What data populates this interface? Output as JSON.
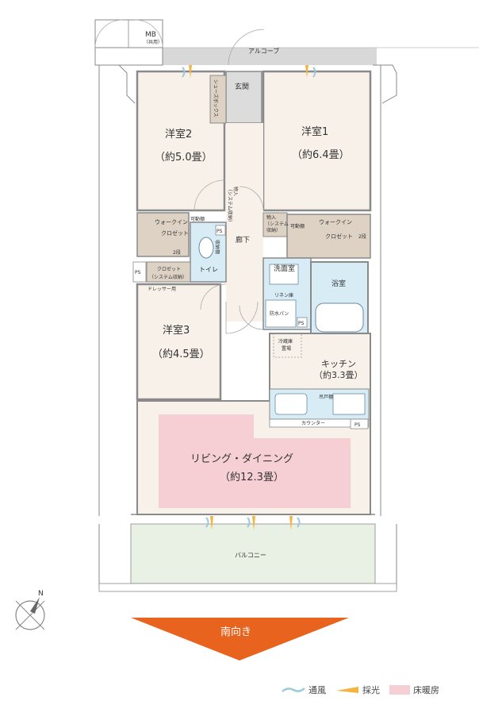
{
  "rooms": {
    "western2": {
      "name": "洋室2",
      "size": "（約5.0畳）"
    },
    "western1": {
      "name": "洋室1",
      "size": "（約6.4畳）"
    },
    "western3": {
      "name": "洋室3",
      "size": "（約4.5畳）"
    },
    "kitchen": {
      "name": "キッチン",
      "size": "（約3.3畳）"
    },
    "living": {
      "name": "リビング・ダイニング",
      "size": "（約12.3畳）"
    }
  },
  "labels": {
    "mb": "MB",
    "mb_sub": "（共用）",
    "alcove": "アルコーブ",
    "entrance": "玄関",
    "shoe_box": "シューズボックス",
    "corridor": "廊下",
    "toilet": "トイレ",
    "washroom": "洗面室",
    "bathroom": "浴室",
    "balcony": "バルコニー",
    "walkin_left_1": "ウォークイン",
    "walkin_left_2": "クロゼット",
    "walkin_right_1": "ウォークイン",
    "walkin_right_2": "クロゼット",
    "adjustable_shelf": "可動棚",
    "adjustable_shelf2": "可動棚",
    "two_tier": "2段",
    "two_tier_r": "2段",
    "closet_sys_1": "クロゼット",
    "closet_sys_2": "（システム収納）",
    "dresser": "ドレッサー用",
    "storage_mono": "物入",
    "storage_sys": "（システム収納）",
    "storage_right_1": "物入",
    "storage_right_2": "（システム",
    "storage_right_3": "収納）",
    "storage_shelf": "収納棚",
    "linen": "リネン庫",
    "waterproof_pan": "防水パン",
    "fridge_1": "冷蔵庫",
    "fridge_2": "置場",
    "counter": "カウンター",
    "cupboard": "吊戸棚",
    "ps1": "PS",
    "ps2": "PS",
    "ps3": "PS",
    "ps4": "PS",
    "south_arrow": "南向き",
    "north": "N"
  },
  "legend": {
    "ventilation": "通風",
    "daylight": "採光",
    "floor_heating": "床暖房"
  },
  "colors": {
    "wall": "#8a8a8a",
    "floor": "#f7f1ea",
    "storage": "#ddd2c4",
    "wet": "#d7ecf5",
    "floor_heating": "#f6cfd5",
    "alcove": "#d8d8d8",
    "balcony": "#e9f1e4",
    "arrow": "#e8641e",
    "ventilation": "#9cc9e1",
    "daylight": "#f3b53f"
  }
}
